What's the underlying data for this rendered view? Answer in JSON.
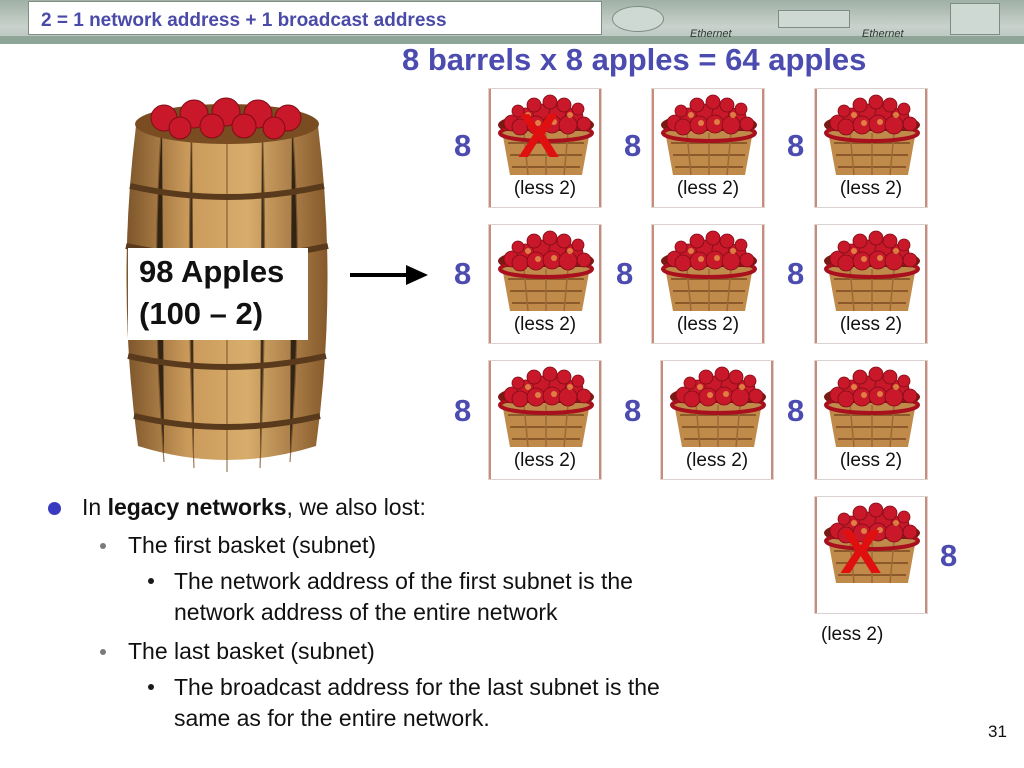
{
  "banner": {
    "title": "2 = 1 network address + 1 broadcast address",
    "ethernet_labels": [
      "Ethernet",
      "Ethernet"
    ]
  },
  "subtitle": "8 barrels x 8 apples = 64 apples",
  "barrel": {
    "label_line1": "98 Apples",
    "label_line2": "(100 – 2)"
  },
  "baskets": {
    "count_label": "8",
    "less_label": "(less 2)",
    "cross_mark": "X",
    "crossed": [
      "first",
      "last"
    ]
  },
  "bullets": {
    "intro_prefix": "In ",
    "intro_bold": "legacy networks",
    "intro_suffix": ", we also lost:",
    "first_basket": "The first basket (subnet)",
    "first_detail_line1": "The network address of the first subnet is the",
    "first_detail_line2": "network address of the entire network",
    "last_basket": "The last basket (subnet)",
    "last_detail_line1": "The broadcast address for the last subnet is the",
    "last_detail_line2": "same as for the entire network."
  },
  "page_number": "31",
  "colors": {
    "heading_blue": "#4b4bb0",
    "cross_red": "#e01010",
    "apple_red": "#c8182a",
    "wood": "#b98848"
  }
}
